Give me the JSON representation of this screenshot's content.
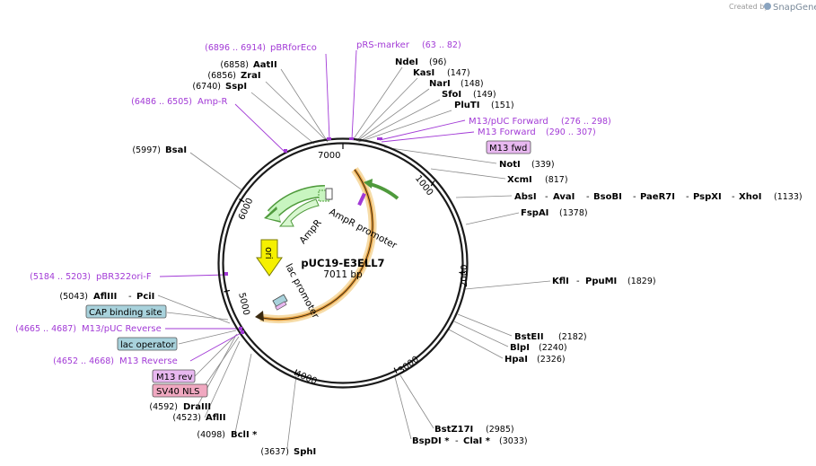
{
  "credit": {
    "prefix": "Created by",
    "brand": "SnapGene"
  },
  "plasmid": {
    "name": "pUC19-E3ELL7",
    "size": "7011 bp"
  },
  "ticks": [
    "1000",
    "2000",
    "3000",
    "4000",
    "5000",
    "6000",
    "7000"
  ],
  "features": {
    "ampr": "AmpR",
    "ampr_promoter": "AmpR promoter",
    "ori": "ori",
    "lac_promoter": "lac promoter"
  },
  "boxed": {
    "m13fwd": "M13 fwd",
    "cap": "CAP binding site",
    "lacop": "lac operator",
    "m13rev": "M13 rev",
    "sv40": "SV40 NLS"
  },
  "sites": {
    "AatII": {
      "name": "AatII",
      "pos": "(6858)"
    },
    "ZraI": {
      "name": "ZraI",
      "pos": "(6856)"
    },
    "SspI": {
      "name": "SspI",
      "pos": "(6740)"
    },
    "BsaI": {
      "name": "BsaI",
      "pos": "(5997)"
    },
    "NdeI": {
      "name": "NdeI",
      "pos": "(96)"
    },
    "KasI": {
      "name": "KasI",
      "pos": "(147)"
    },
    "NarI": {
      "name": "NarI",
      "pos": "(148)"
    },
    "SfoI": {
      "name": "SfoI",
      "pos": "(149)"
    },
    "PluTI": {
      "name": "PluTI",
      "pos": "(151)"
    },
    "NotI": {
      "name": "NotI",
      "pos": "(339)"
    },
    "XcmI": {
      "name": "XcmI",
      "pos": "(817)"
    },
    "AbsI": {
      "name": "AbsI",
      "sep1": "-",
      "n2": "AvaI",
      "sep2": "-",
      "n3": "BsoBI",
      "sep3": "-",
      "n4": "PaeR7I",
      "sep4": "-",
      "n5": "PspXI",
      "sep5": "-",
      "n6": "XhoI",
      "pos": "(1133)"
    },
    "FspAI": {
      "name": "FspAI",
      "pos": "(1378)"
    },
    "KflI": {
      "name": "KflI",
      "sep": "-",
      "n2": "PpuMI",
      "pos": "(1829)"
    },
    "BstEII": {
      "name": "BstEII",
      "pos": "(2182)"
    },
    "BlpI": {
      "name": "BlpI",
      "pos": "(2240)"
    },
    "HpaI": {
      "name": "HpaI",
      "pos": "(2326)"
    },
    "BstZ17I": {
      "name": "BstZ17I",
      "pos": "(2985)"
    },
    "BspDI": {
      "name": "BspDI *",
      "sep": "-",
      "n2": "ClaI *",
      "pos": "(3033)"
    },
    "SphI": {
      "name": "SphI",
      "pos": "(3637)"
    },
    "BclI": {
      "name": "BclI *",
      "pos": "(4098)"
    },
    "AflII": {
      "name": "AflII",
      "pos": "(4523)"
    },
    "DraIII": {
      "name": "DraIII",
      "pos": "(4592)"
    },
    "AflIII": {
      "name": "AflIII",
      "sep": "-",
      "n2": "PciI",
      "pos": "(5043)"
    }
  },
  "primers": {
    "pBRforEco": {
      "pos": "(6896 .. 6914)",
      "name": "pBRforEco"
    },
    "pRSmarker": {
      "name": "pRS-marker",
      "pos": "(63 .. 82)"
    },
    "AmpR": {
      "pos": "(6486 .. 6505)",
      "name": "Amp-R"
    },
    "M13pUCF": {
      "name": "M13/pUC Forward",
      "pos": "(276 .. 298)"
    },
    "M13F": {
      "name": "M13 Forward",
      "pos": "(290 .. 307)"
    },
    "pBR322": {
      "pos": "(5184 .. 5203)",
      "name": "pBR322ori-F"
    },
    "M13pUCR": {
      "pos": "(4665 .. 4687)",
      "name": "M13/pUC Reverse"
    },
    "M13R": {
      "pos": "(4652 .. 4668)",
      "name": "M13 Reverse"
    }
  },
  "colors": {
    "primer": "#a23ad6",
    "insert_outline": "#e8a040",
    "insert_glow": "#f6dca8",
    "ampr_fill": "#c8f5c0",
    "ampr_stroke": "#4f9a3c",
    "ori_fill": "#f5f000",
    "cap_fill": "#a8d2dc",
    "m13_fill": "#e8b8f0",
    "sv40_fill": "#f0a8c0",
    "backbone": "#1a1a1a"
  }
}
